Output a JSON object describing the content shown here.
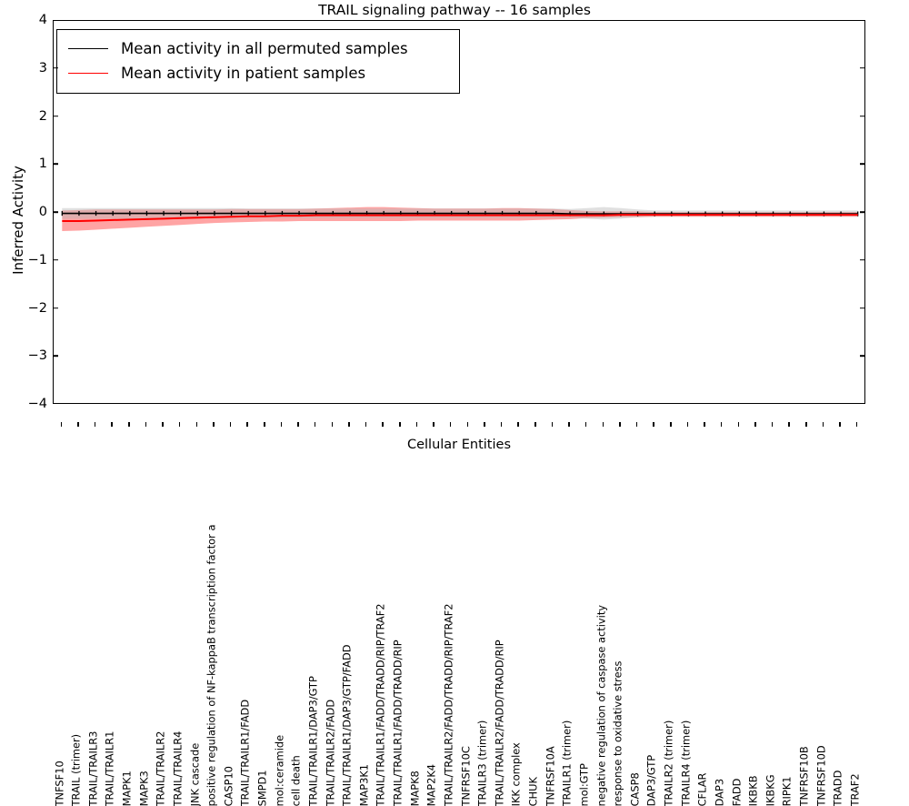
{
  "chart": {
    "title": "TRAIL signaling pathway -- 16 samples",
    "xlabel": "Cellular Entities",
    "ylabel": "Inferred Activity"
  },
  "legend": {
    "items": [
      {
        "label": "Mean activity in all permuted samples",
        "color": "#000000"
      },
      {
        "label": "Mean activity in patient samples",
        "color": "#ff0000"
      }
    ]
  },
  "chart_data": {
    "type": "line",
    "title": "TRAIL signaling pathway -- 16 samples",
    "xlabel": "Cellular Entities",
    "ylabel": "Inferred Activity",
    "ylim": [
      -4,
      4
    ],
    "yticks": [
      4,
      3,
      2,
      1,
      0,
      -1,
      -2,
      -3,
      -4
    ],
    "grid": false,
    "legend_position": "upper-left",
    "categories": [
      "TNFSF10",
      "TRAIL (trimer)",
      "TRAIL/TRAILR3",
      "TRAIL/TRAILR1",
      "MAPK1",
      "MAPK3",
      "TRAIL/TRAILR2",
      "TRAIL/TRAILR4",
      "JNK cascade",
      "positive regulation of NF-kappaB transcription factor a",
      "CASP10",
      "TRAIL/TRAILR1/FADD",
      "SMPD1",
      "mol:ceramide",
      "cell death",
      "TRAIL/TRAILR1/DAP3/GTP",
      "TRAIL/TRAILR2/FADD",
      "TRAIL/TRAILR1/DAP3/GTP/FADD",
      "MAP3K1",
      "TRAIL/TRAILR1/FADD/TRADD/RIP/TRAF2",
      "TRAIL/TRAILR1/FADD/TRADD/RIP",
      "MAPK8",
      "MAP2K4",
      "TRAIL/TRAILR2/FADD/TRADD/RIP/TRAF2",
      "TNFRSF10C",
      "TRAILR3 (trimer)",
      "TRAIL/TRAILR2/FADD/TRADD/RIP",
      "IKK complex",
      "CHUK",
      "TNFRSF10A",
      "TRAILR1 (trimer)",
      "mol:GTP",
      "negative regulation of caspase activity",
      "response to oxidative stress",
      "CASP8",
      "DAP3/GTP",
      "TRAILR2 (trimer)",
      "TRAILR4 (trimer)",
      "CFLAR",
      "DAP3",
      "FADD",
      "IKBKB",
      "IKBKG",
      "RIPK1",
      "TNFRSF10B",
      "TNFRSF10D",
      "TRADD",
      "TRAF2"
    ],
    "series": [
      {
        "name": "Mean activity in all permuted samples",
        "color": "#000000",
        "style": "dotted-marker-line",
        "values": [
          -0.01,
          -0.01,
          -0.01,
          -0.01,
          -0.01,
          -0.01,
          -0.01,
          -0.01,
          -0.01,
          -0.01,
          -0.01,
          -0.01,
          -0.01,
          -0.01,
          -0.01,
          -0.01,
          -0.01,
          -0.01,
          -0.01,
          -0.01,
          -0.01,
          -0.01,
          -0.01,
          -0.01,
          -0.01,
          -0.01,
          -0.01,
          -0.01,
          -0.01,
          -0.01,
          -0.02,
          -0.02,
          -0.02,
          -0.02,
          -0.02,
          -0.02,
          -0.02,
          -0.02,
          -0.02,
          -0.02,
          -0.02,
          -0.02,
          -0.02,
          -0.02,
          -0.02,
          -0.02,
          -0.02,
          -0.02
        ],
        "band_upper": [
          0.1,
          0.1,
          0.1,
          0.1,
          0.1,
          0.1,
          0.1,
          0.1,
          0.1,
          0.1,
          0.1,
          0.09,
          0.09,
          0.09,
          0.09,
          0.09,
          0.09,
          0.09,
          0.09,
          0.09,
          0.09,
          0.09,
          0.09,
          0.09,
          0.09,
          0.09,
          0.09,
          0.09,
          0.09,
          0.09,
          0.08,
          0.1,
          0.12,
          0.1,
          0.07,
          0.05,
          0.05,
          0.05,
          0.05,
          0.05,
          0.05,
          0.05,
          0.05,
          0.05,
          0.05,
          0.05,
          0.05,
          0.05
        ],
        "band_lower": [
          -0.12,
          -0.12,
          -0.12,
          -0.12,
          -0.12,
          -0.12,
          -0.12,
          -0.12,
          -0.12,
          -0.12,
          -0.12,
          -0.11,
          -0.11,
          -0.11,
          -0.11,
          -0.11,
          -0.11,
          -0.11,
          -0.11,
          -0.11,
          -0.11,
          -0.11,
          -0.11,
          -0.11,
          -0.11,
          -0.11,
          -0.11,
          -0.11,
          -0.11,
          -0.11,
          -0.1,
          -0.12,
          -0.14,
          -0.12,
          -0.09,
          -0.07,
          -0.07,
          -0.07,
          -0.07,
          -0.07,
          -0.07,
          -0.07,
          -0.07,
          -0.07,
          -0.07,
          -0.07,
          -0.07,
          -0.07
        ],
        "band_color": "#bbbbbb"
      },
      {
        "name": "Mean activity in patient samples",
        "color": "#ff0000",
        "style": "solid",
        "values": [
          -0.17,
          -0.17,
          -0.16,
          -0.15,
          -0.14,
          -0.13,
          -0.12,
          -0.11,
          -0.1,
          -0.09,
          -0.08,
          -0.07,
          -0.07,
          -0.06,
          -0.06,
          -0.05,
          -0.05,
          -0.05,
          -0.05,
          -0.05,
          -0.05,
          -0.05,
          -0.05,
          -0.05,
          -0.05,
          -0.05,
          -0.05,
          -0.05,
          -0.05,
          -0.05,
          -0.05,
          -0.05,
          -0.05,
          -0.04,
          -0.04,
          -0.04,
          -0.04,
          -0.04,
          -0.04,
          -0.04,
          -0.04,
          -0.04,
          -0.04,
          -0.04,
          -0.04,
          -0.04,
          -0.04,
          -0.04
        ],
        "band_upper": [
          0.05,
          0.06,
          0.07,
          0.07,
          0.07,
          0.07,
          0.07,
          0.07,
          0.07,
          0.07,
          0.08,
          0.08,
          0.08,
          0.08,
          0.08,
          0.09,
          0.1,
          0.11,
          0.12,
          0.12,
          0.11,
          0.1,
          0.09,
          0.09,
          0.09,
          0.09,
          0.1,
          0.1,
          0.09,
          0.08,
          0.06,
          0.04,
          0.03,
          0.03,
          0.03,
          0.02,
          0.02,
          0.02,
          0.02,
          0.02,
          0.02,
          0.02,
          0.02,
          0.02,
          0.02,
          0.02,
          0.02,
          0.02
        ],
        "band_lower": [
          -0.38,
          -0.37,
          -0.35,
          -0.33,
          -0.31,
          -0.29,
          -0.27,
          -0.25,
          -0.23,
          -0.21,
          -0.2,
          -0.19,
          -0.18,
          -0.18,
          -0.17,
          -0.17,
          -0.17,
          -0.17,
          -0.17,
          -0.17,
          -0.17,
          -0.16,
          -0.16,
          -0.16,
          -0.16,
          -0.16,
          -0.16,
          -0.16,
          -0.15,
          -0.14,
          -0.13,
          -0.11,
          -0.1,
          -0.09,
          -0.09,
          -0.08,
          -0.08,
          -0.08,
          -0.08,
          -0.08,
          -0.08,
          -0.08,
          -0.08,
          -0.08,
          -0.08,
          -0.08,
          -0.08,
          -0.08
        ],
        "band_color": "#ff5a5a"
      }
    ]
  }
}
